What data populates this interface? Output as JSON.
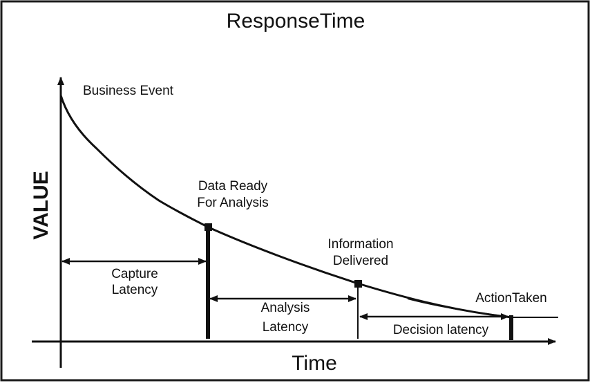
{
  "title": "ResponseTime",
  "axes": {
    "x_label": "Time",
    "y_label": "VALUE"
  },
  "milestones": {
    "business_event": "Business Event",
    "data_ready_line1": "Data Ready",
    "data_ready_line2": "For Analysis",
    "information_line1": "Information",
    "information_line2": "Delivered",
    "action_taken": "ActionTaken"
  },
  "latencies": {
    "capture_line1": "Capture",
    "capture_line2": "Latency",
    "analysis_line1": "Analysis",
    "analysis_line2": "Latency",
    "decision": "Decision latency"
  },
  "colors": {
    "ink": "#111111",
    "frame": "#1a1a1a",
    "background": "#ffffff"
  }
}
